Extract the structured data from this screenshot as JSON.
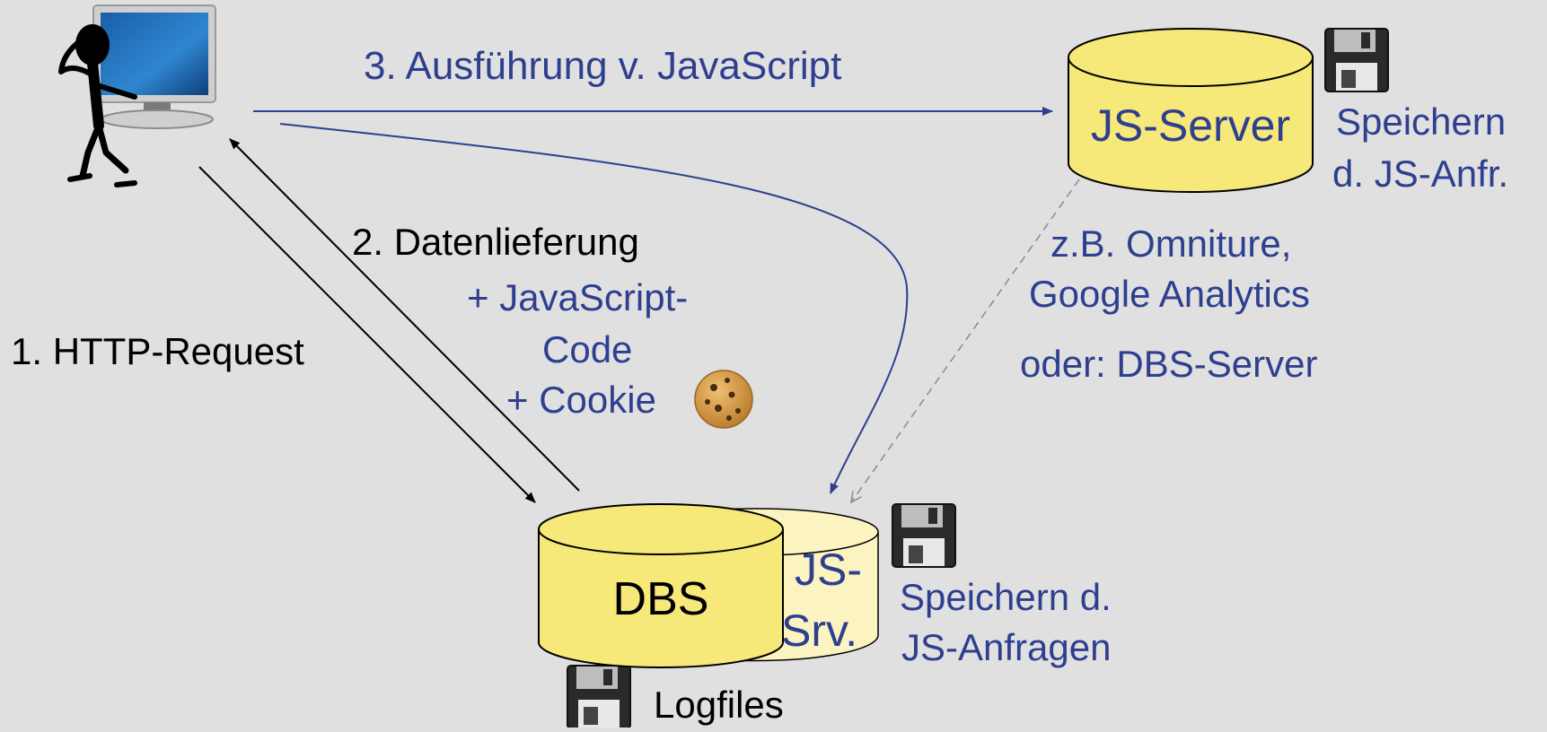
{
  "colors": {
    "background": "#e0e0e0",
    "blue_text": "#2e3f8f",
    "black_text": "#000000",
    "cylinder_fill": "#f7e87a",
    "cylinder_back_fill": "#fbf3c0",
    "dashed_arrow": "#8a8a8a"
  },
  "labels": {
    "step3": "3. Ausführung v. JavaScript",
    "step2": "2. Datenlieferung",
    "js_code_1": "+ JavaScript-",
    "js_code_2": "Code",
    "cookie": "+ Cookie",
    "step1": "1. HTTP-Request",
    "js_server": "JS-Server",
    "store_js_1": "Speichern",
    "store_js_2": "d. JS-Anfr.",
    "examples_1": "z.B. Omniture,",
    "examples_2": "Google Analytics",
    "examples_3": "oder: DBS-Server",
    "dbs": "DBS",
    "js_srv_1": "JS-",
    "js_srv_2": "Srv.",
    "store_req_1": "Speichern d.",
    "store_req_2": "JS-Anfragen",
    "logfiles": "Logfiles"
  },
  "icons": {
    "user": "user-at-computer-icon",
    "cookie": "cookie-icon",
    "floppy": "floppy-disk-icon"
  }
}
